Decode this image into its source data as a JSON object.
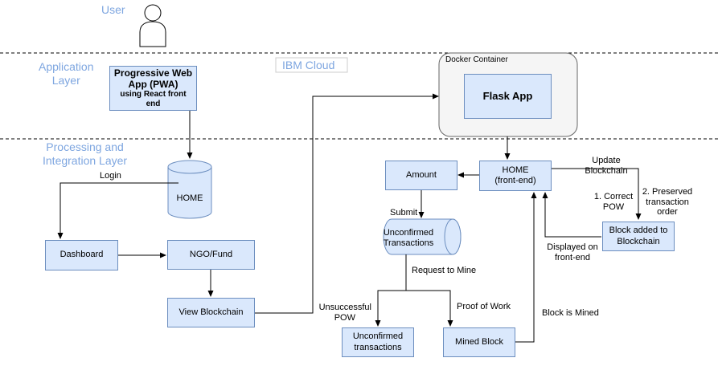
{
  "layers": {
    "user": "User",
    "application_line1": "Application",
    "application_line2": "Layer",
    "processing_line1": "Processing and",
    "processing_line2": "Integration Layer"
  },
  "cloud": {
    "ibm_label": "IBM Cloud",
    "docker_label": "Docker Container",
    "flask_app": "Flask App"
  },
  "nodes": {
    "pwa_line1": "Progressive Web",
    "pwa_line2": "App (PWA)",
    "pwa_line3": "using React front",
    "pwa_line4": "end",
    "home_db": "HOME",
    "dashboard": "Dashboard",
    "ngo_fund": "NGO/Fund",
    "view_blockchain": "View Blockchain",
    "home_frontend_line1": "HOME",
    "home_frontend_line2": "(front-end)",
    "amount": "Amount",
    "unconfirmed_tx_cyl_line1": "Unconfirmed",
    "unconfirmed_tx_cyl_line2": "Transactions",
    "unconfirmed_tx_line1": "Unconfirmed",
    "unconfirmed_tx_line2": "transactions",
    "mined_block": "Mined Block",
    "block_added_line1": "Block added to",
    "block_added_line2": "Blockchain"
  },
  "edge_labels": {
    "login": "Login",
    "submit": "Submit",
    "request_to_mine": "Request to Mine",
    "unsuccessful_line1": "Unsuccessful",
    "unsuccessful_line2": "POW",
    "proof_of_work": "Proof of Work",
    "block_is_mined": "Block is Mined",
    "update_line1": "Update",
    "update_line2": "Blockchain",
    "correct_pow_line1": "1. Correct",
    "correct_pow_line2": "POW",
    "preserved_line1": "2. Preserved",
    "preserved_line2": "transaction",
    "preserved_line3": "order",
    "displayed_line1": "Displayed on",
    "displayed_line2": "front-end"
  },
  "colors": {
    "box_fill": "#dae8fc",
    "box_stroke": "#6c8ebf",
    "layer_text": "#7ea6e0",
    "container_fill": "#f5f5f5",
    "container_stroke": "#666666"
  }
}
